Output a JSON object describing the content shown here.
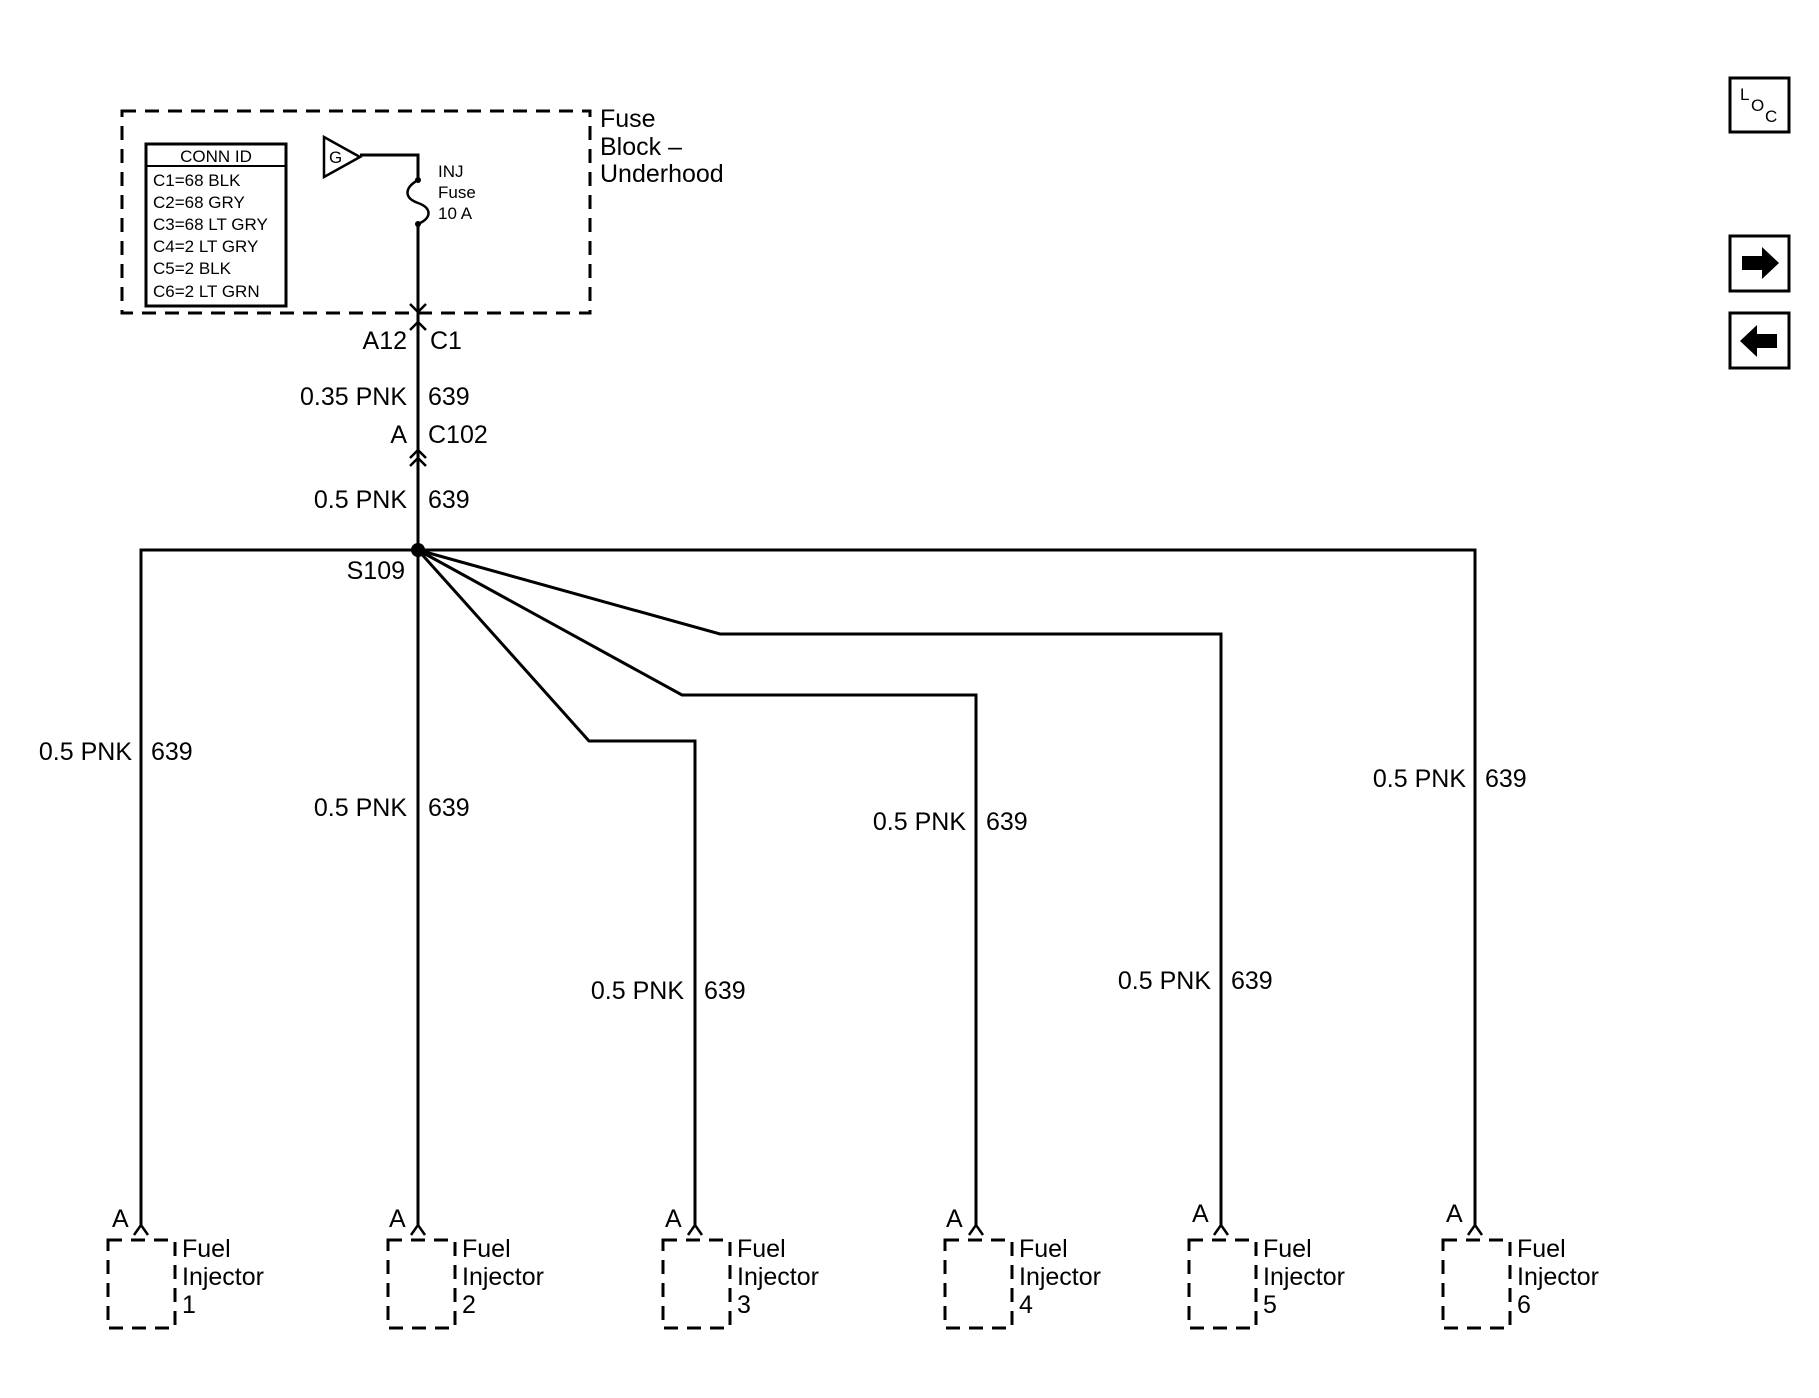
{
  "fuse_block": {
    "title_line1": "Fuse",
    "title_line2": "Block –",
    "title_line3": "Underhood",
    "conn_id": {
      "header": "CONN ID",
      "rows": [
        "C1=68 BLK",
        "C2=68 GRY",
        "C3=68 LT GRY",
        "C4=2 LT GRY",
        "C5=2 BLK",
        "C6=2 LT GRN"
      ]
    },
    "ground_symbol": "G",
    "fuse_line1": "INJ",
    "fuse_line2": "Fuse",
    "fuse_line3": "10 A"
  },
  "connectors": {
    "fuse_pin": "A12",
    "fuse_conn": "C1",
    "inline_pin": "A",
    "inline_conn": "C102",
    "splice": "S109"
  },
  "wires": {
    "upper": {
      "gauge": "0.35 PNK",
      "circuit": "639"
    },
    "middle": {
      "gauge": "0.5 PNK",
      "circuit": "639"
    },
    "branches": [
      {
        "gauge": "0.5 PNK",
        "circuit": "639"
      },
      {
        "gauge": "0.5 PNK",
        "circuit": "639"
      },
      {
        "gauge": "0.5 PNK",
        "circuit": "639"
      },
      {
        "gauge": "0.5 PNK",
        "circuit": "639"
      },
      {
        "gauge": "0.5 PNK",
        "circuit": "639"
      },
      {
        "gauge": "0.5 PNK",
        "circuit": "639"
      }
    ]
  },
  "injectors": [
    {
      "pin": "A",
      "line1": "Fuel",
      "line2": "Injector",
      "number": "1"
    },
    {
      "pin": "A",
      "line1": "Fuel",
      "line2": "Injector",
      "number": "2"
    },
    {
      "pin": "A",
      "line1": "Fuel",
      "line2": "Injector",
      "number": "3"
    },
    {
      "pin": "A",
      "line1": "Fuel",
      "line2": "Injector",
      "number": "4"
    },
    {
      "pin": "A",
      "line1": "Fuel",
      "line2": "Injector",
      "number": "5"
    },
    {
      "pin": "A",
      "line1": "Fuel",
      "line2": "Injector",
      "number": "6"
    }
  ],
  "nav": {
    "loc_l": "L",
    "loc_o": "O",
    "loc_c": "C",
    "next_icon": "arrow-right-icon",
    "prev_icon": "arrow-left-icon"
  }
}
